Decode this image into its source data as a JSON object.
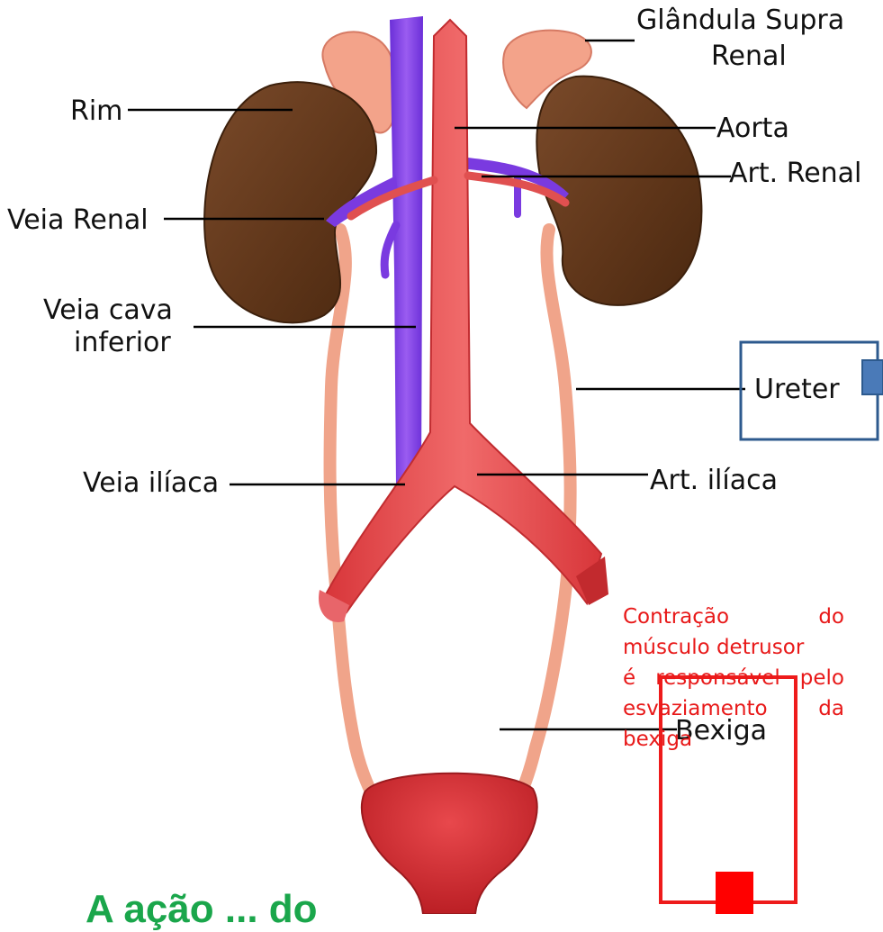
{
  "labels": {
    "glandula_line1": "Glândula Supra",
    "glandula_line2": "Renal",
    "rim": "Rim",
    "aorta": "Aorta",
    "art_renal": "Art. Renal",
    "veia_renal": "Veia Renal",
    "veia_cava_line1": "Veia cava",
    "veia_cava_line2": "inferior",
    "ureter": "Ureter",
    "veia_iliaca": "Veia ilíaca",
    "art_iliaca": "Art. ilíaca",
    "bexiga": "Bexiga"
  },
  "note": {
    "line1": "Contração do",
    "line2": "músculo detrusor",
    "line3": "é responsável pelo",
    "line4": "esvaziamento da",
    "line5": "bexiga"
  },
  "bottom_text": "A ação ... do",
  "colors": {
    "kidney": "#6b3f22",
    "aorta": "#e8474a",
    "vena_cava": "#8a44e6",
    "ureter": "#f0a48a",
    "gland": "#f3a38a",
    "bladder": "#d9282e",
    "note_text": "#e81919",
    "ureter_box": "#2d5a8e",
    "bexiga_box": "#ee1b1b",
    "bottom_text": "#1aa64b"
  }
}
